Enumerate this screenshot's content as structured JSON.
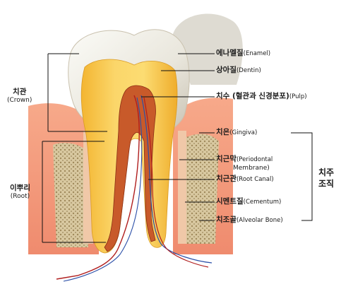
{
  "labels": {
    "enamel": {
      "ko": "에나멜질",
      "en": "(Enamel)"
    },
    "dentin": {
      "ko": "상아질",
      "en": "(Dentin)"
    },
    "pulp": {
      "ko": "치수 (혈관과 신경분포)",
      "en": "(Pulp)"
    },
    "gingiva": {
      "ko": "치은",
      "en": "(Gingiva)"
    },
    "periodontal": {
      "ko": "치근막",
      "en": "(Periodontal",
      "en2": "Membrane)"
    },
    "root_canal": {
      "ko": "치근관",
      "en": "(Root Canal)"
    },
    "cementum": {
      "ko": "시멘트질",
      "en": "(Cementum)"
    },
    "alveolar": {
      "ko": "치조골",
      "en": "(Alveolar Bone)"
    }
  },
  "left": {
    "crown": {
      "ko": "치관",
      "en": "(Crown)"
    },
    "root": {
      "ko": "이뿌리",
      "en": "(Root)"
    }
  },
  "group": {
    "line1": "치주",
    "line2": "조직"
  }
}
